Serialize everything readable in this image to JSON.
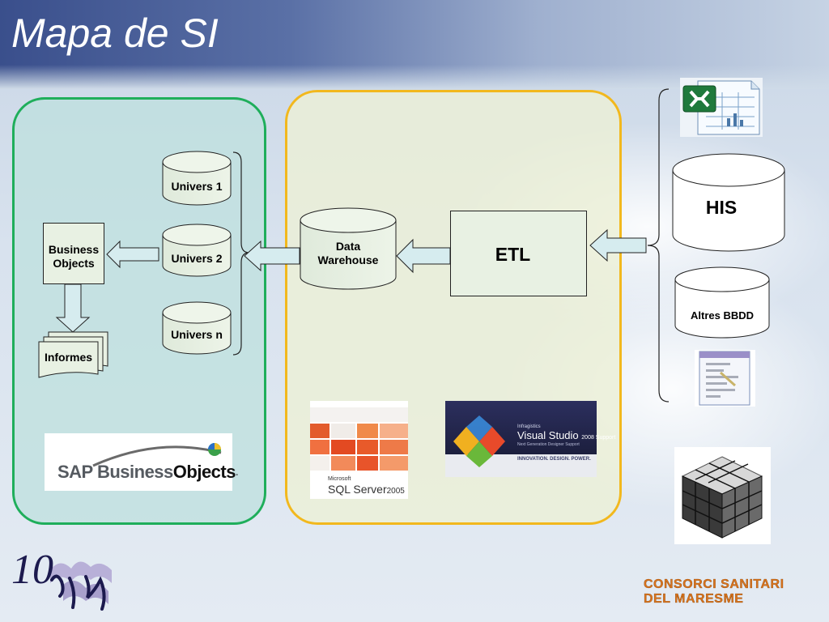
{
  "slide": {
    "title": "Mapa de SI"
  },
  "diagram": {
    "business_objects": "Business\nObjects",
    "informes": "Informes",
    "universes": [
      "Univers 1",
      "Univers 2",
      "Univers n"
    ],
    "data_warehouse": "Data\nWarehouse",
    "etl": "ETL",
    "sources": [
      "HIS",
      "Altres BBDD"
    ]
  },
  "logos": {
    "sap": {
      "prefix": "SAP Business",
      "bold": "Objects",
      "mark": "·"
    },
    "sql_server": {
      "small": "Microsoft",
      "main": "SQL Server",
      "version": "2005"
    },
    "visual_studio": {
      "small": "Infragistics",
      "main": "Visual Studio",
      "version": "2008 Support",
      "sub": "Next Generation Designer Support",
      "tagline": "INNOVATION. DESIGN. POWER."
    },
    "org_logo": "10",
    "footer_org": "CONSORCI SANITARI\nDEL MARESME"
  },
  "icons": [
    "excel-icon",
    "text-file-icon",
    "cube-icon"
  ],
  "colors": {
    "left_panel_border": "#1fae5b",
    "mid_panel_border": "#f2b81d",
    "arrow_fill": "#d6ecef",
    "footer": "#d9731d"
  }
}
